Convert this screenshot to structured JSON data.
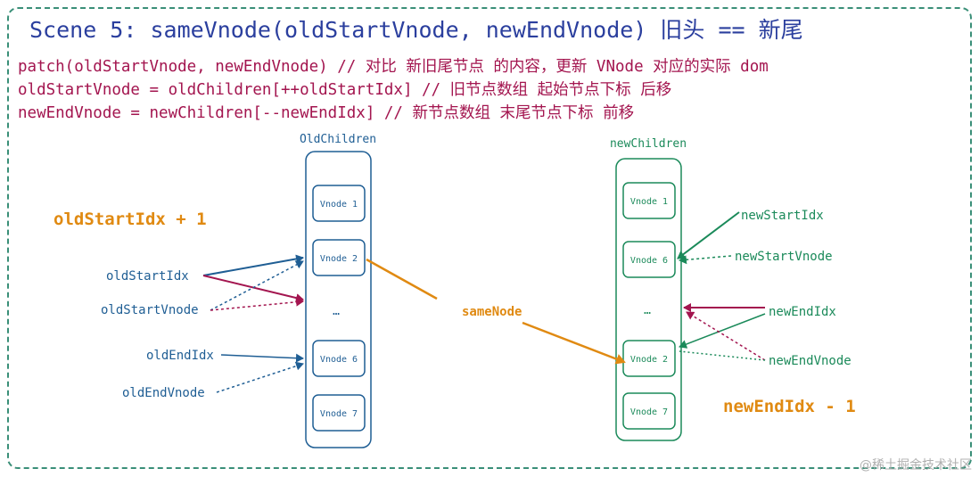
{
  "title": "Scene 5: sameVnode(oldStartVnode, newEndVnode) 旧头 == 新尾",
  "code": {
    "line1": "patch(oldStartVnode, newEndVnode)    // 对比 新旧尾节点 的内容，更新 VNode 对应的实际 dom",
    "line2": "oldStartVnode = oldChildren[++oldStartIdx] // 旧节点数组 起始节点下标 后移",
    "line3": "newEndVnode = newChildren[--newEndIdx]     // 新节点数组 末尾节点下标 前移"
  },
  "old": {
    "header": "OldChildren",
    "nodes": [
      "Vnode 1",
      "Vnode 2",
      "…",
      "Vnode 6",
      "Vnode 7"
    ],
    "idx_note": "oldStartIdx + 1",
    "labels": {
      "start_idx": "oldStartIdx",
      "start_vnode": "oldStartVnode",
      "end_idx": "oldEndIdx",
      "end_vnode": "oldEndVnode"
    }
  },
  "new": {
    "header": "newChildren",
    "nodes": [
      "Vnode 1",
      "Vnode 6",
      "…",
      "Vnode 2",
      "Vnode 7"
    ],
    "idx_note": "newEndIdx - 1",
    "labels": {
      "start_idx": "newStartIdx",
      "start_vnode": "newStartVnode",
      "end_idx": "newEndIdx",
      "end_vnode": "newEndVnode"
    }
  },
  "link_label": "sameNode",
  "watermark": "@稀土掘金技术社区",
  "colors": {
    "title": "#2b3f9e",
    "code": "#a3154f",
    "old": "#1f5e94",
    "new": "#1b8a5a",
    "accent": "#e08a12",
    "frame": "#3a8f78"
  }
}
